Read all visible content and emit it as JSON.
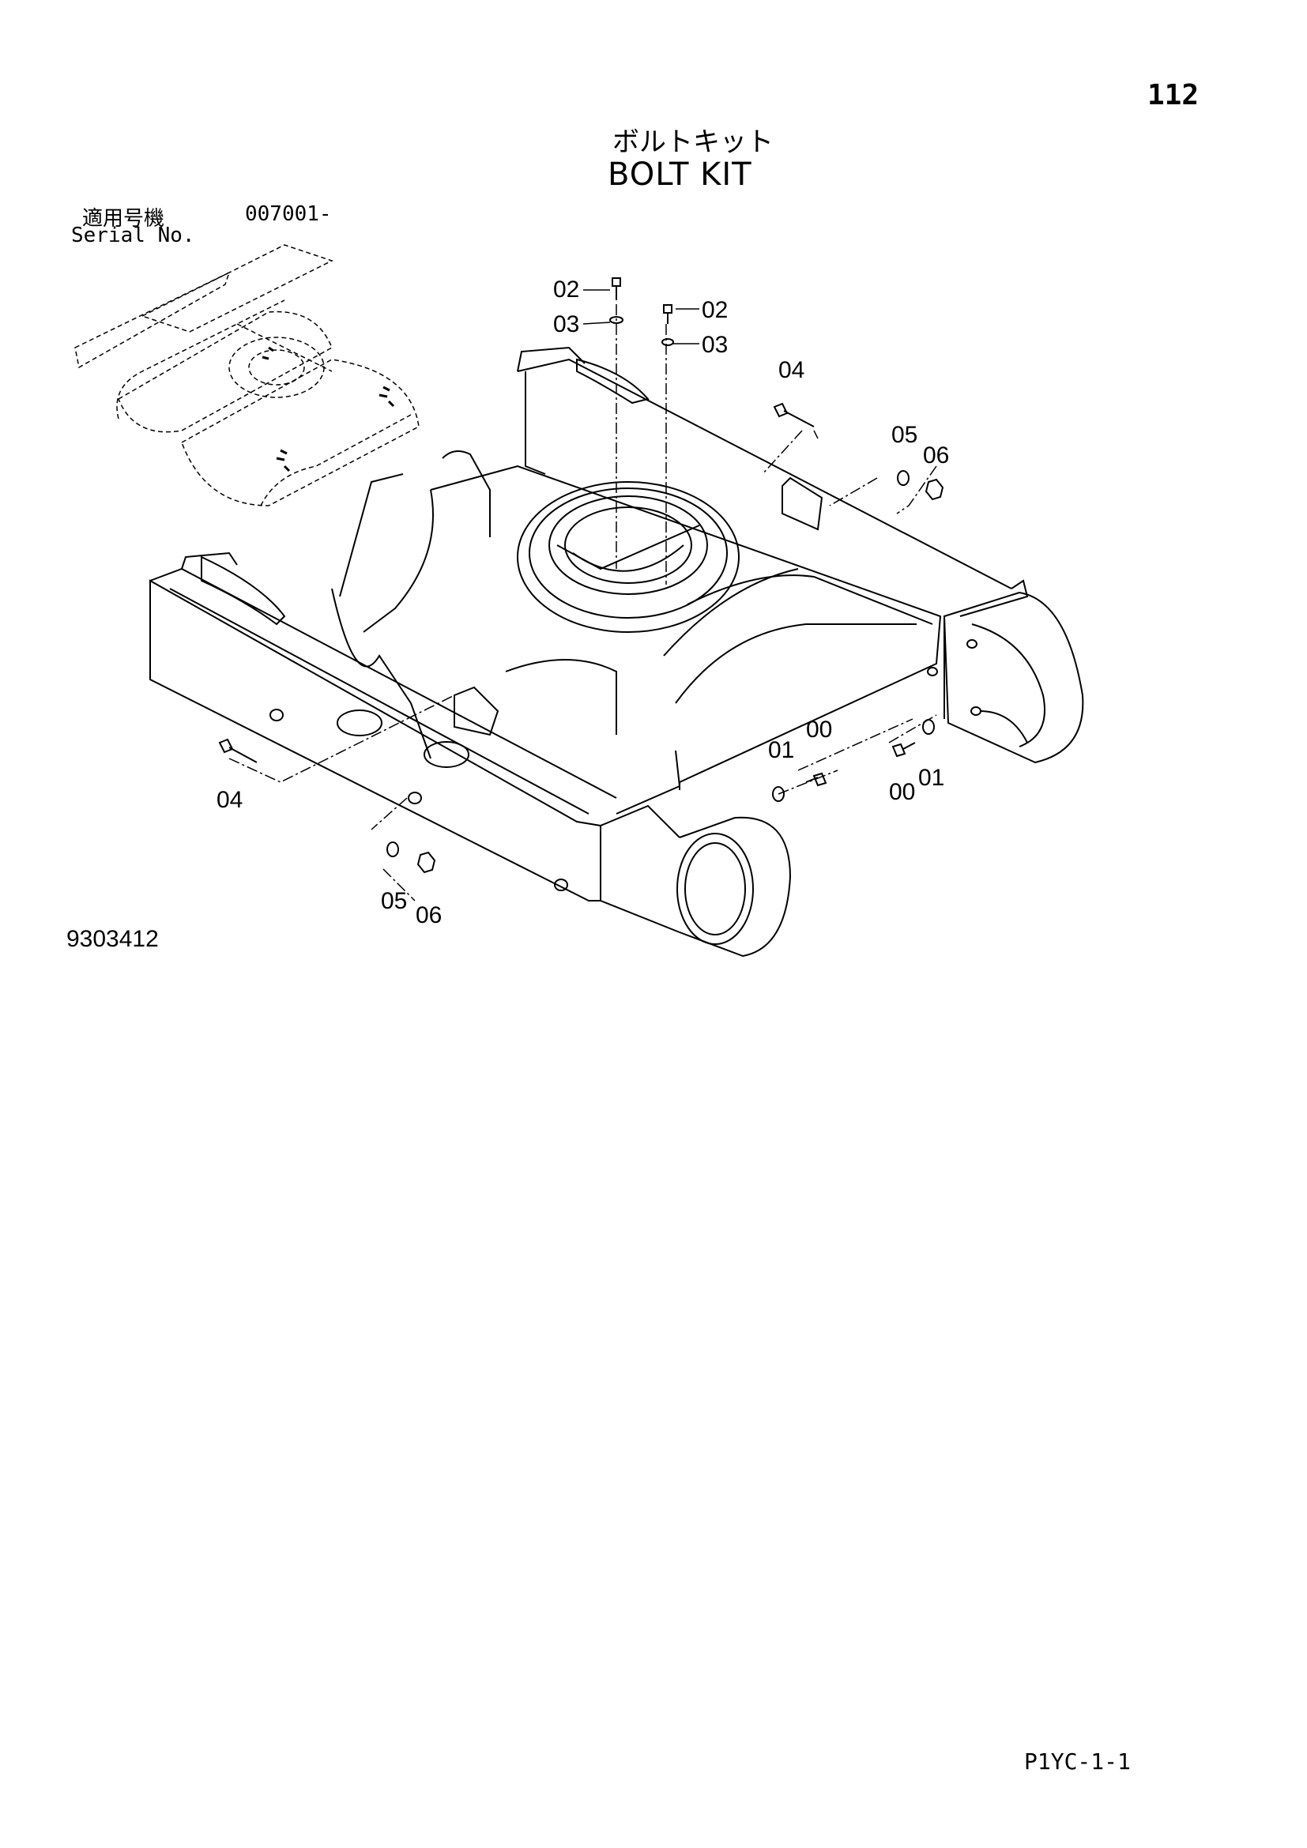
{
  "header": {
    "page_number": "112",
    "title_ja": "ボルトキット",
    "title_en": "BOLT KIT"
  },
  "serial": {
    "label_ja": "適用号機",
    "label_en": "Serial No.",
    "value": "007001-"
  },
  "callouts": {
    "c02a": "02",
    "c03a": "03",
    "c02b": "02",
    "c03b": "03",
    "c04a": "04",
    "c05a": "05",
    "c06a": "06",
    "c01a": "01",
    "c00a": "00",
    "c00b": "00",
    "c01b": "01",
    "c04b": "04",
    "c05b": "05",
    "c06b": "06"
  },
  "footer": {
    "figure_id": "9303412",
    "page_code": "P1YC-1-1"
  }
}
